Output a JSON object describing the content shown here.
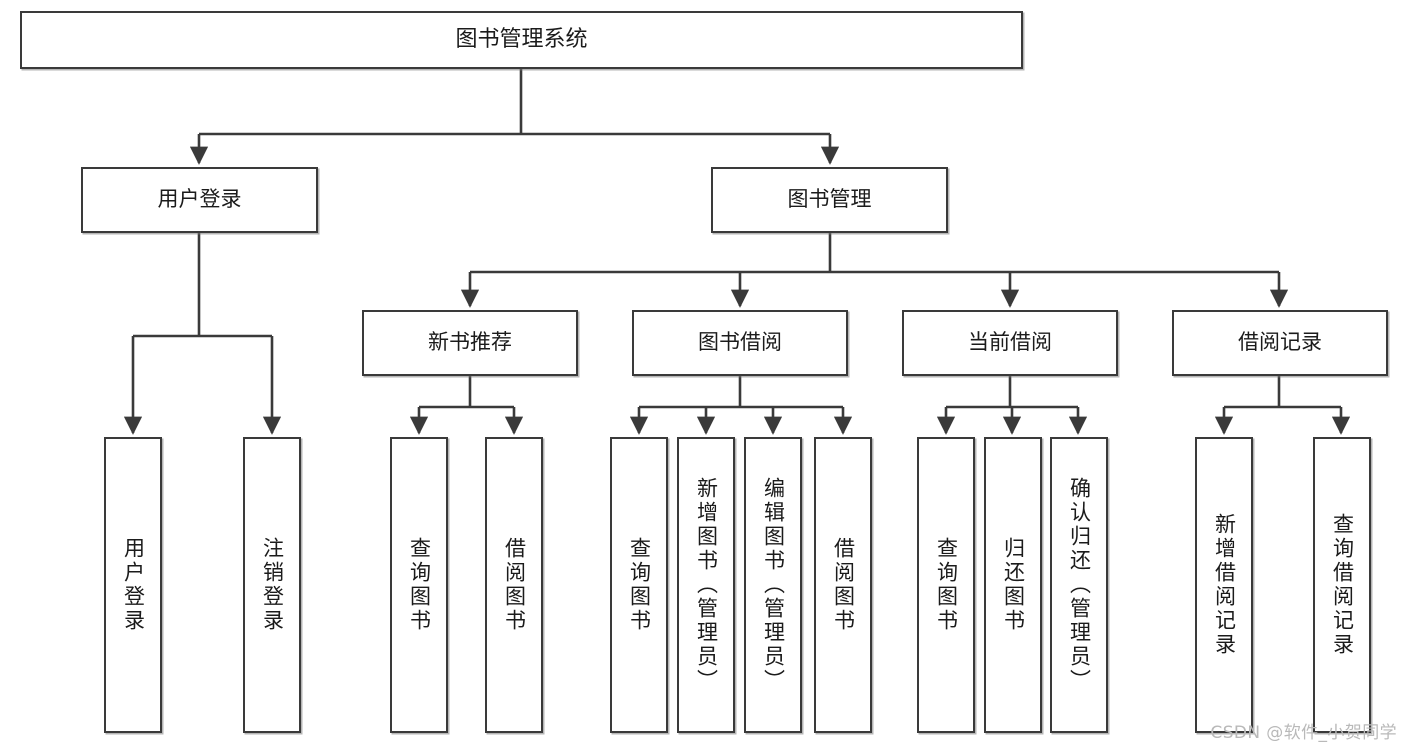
{
  "diagram": {
    "title": "图书管理系统",
    "type": "tree",
    "root": {
      "label": "图书管理系统"
    },
    "level2": [
      {
        "label": "用户登录"
      },
      {
        "label": "图书管理"
      }
    ],
    "level3": [
      {
        "label": "新书推荐"
      },
      {
        "label": "图书借阅"
      },
      {
        "label": "当前借阅"
      },
      {
        "label": "借阅记录"
      }
    ],
    "leaves": {
      "user_login": [
        {
          "label": "用户登录"
        },
        {
          "label": "注销登录"
        }
      ],
      "new_book_recommend": [
        {
          "label": "查询图书"
        },
        {
          "label": "借阅图书"
        }
      ],
      "book_borrow": [
        {
          "label": "查询图书"
        },
        {
          "label": "新增图书（管理员）"
        },
        {
          "label": "编辑图书（管理员）"
        },
        {
          "label": "借阅图书"
        }
      ],
      "current_borrow": [
        {
          "label": "查询图书"
        },
        {
          "label": "归还图书"
        },
        {
          "label": "确认归还（管理员）"
        }
      ],
      "borrow_record": [
        {
          "label": "新增借阅记录"
        },
        {
          "label": "查询借阅记录"
        }
      ]
    }
  },
  "watermark": {
    "text": "CSDN @软件_小贺同学"
  },
  "colors": {
    "box_border": "#3a3a3a",
    "box_fill": "#ffffff",
    "edge": "#3a3a3a",
    "text": "#1b1b1b",
    "watermark": "#b9b9b9"
  }
}
